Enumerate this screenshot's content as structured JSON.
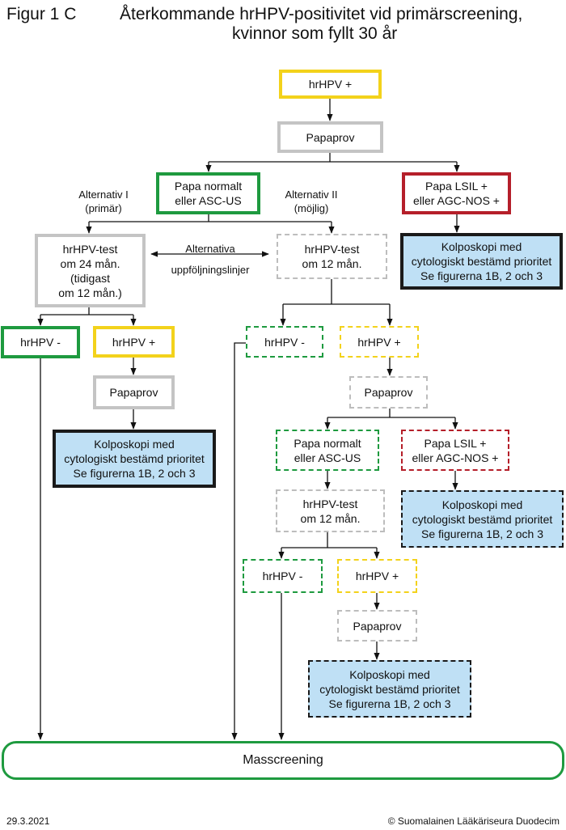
{
  "title": {
    "figure_label": "Figur 1 C",
    "line1": "Återkommande hrHPV-positivitet vid primärscreening,",
    "line2": "kvinnor som fyllt 30 år"
  },
  "nodes": {
    "hrhpv_pos_top": [
      "hrHPV +"
    ],
    "papaprov_top": [
      "Papaprov"
    ],
    "papa_normalt_main": [
      "Papa normalt",
      "eller ASC-US"
    ],
    "papa_lsil_main": [
      "Papa LSIL +",
      "eller AGC-NOS +"
    ],
    "kolposkopi_right": [
      "Kolposkopi med",
      "cytologiskt bestämd prioritet",
      "Se figurerna 1B, 2 och 3"
    ],
    "hrhpv_test_24": [
      "hrHPV-test",
      "om 24 mån.",
      "(tidigast",
      "om 12 mån.)"
    ],
    "hrhpv_test_12a": [
      "hrHPV-test",
      "om 12 mån."
    ],
    "left_hrhpv_neg": [
      "hrHPV -"
    ],
    "left_hrhpv_pos": [
      "hrHPV +"
    ],
    "left_papaprov": [
      "Papaprov"
    ],
    "left_kolposkopi": [
      "Kolposkopi med",
      "cytologiskt bestämd prioritet",
      "Se figurerna 1B, 2 och 3"
    ],
    "mid_hrhpv_neg": [
      "hrHPV -"
    ],
    "mid_hrhpv_pos": [
      "hrHPV +"
    ],
    "mid_papaprov": [
      "Papaprov"
    ],
    "mid_papa_normalt": [
      "Papa normalt",
      "eller ASC-US"
    ],
    "mid_papa_lsil": [
      "Papa LSIL +",
      "eller AGC-NOS +"
    ],
    "mid_kolposkopi": [
      "Kolposkopi med",
      "cytologiskt bestämd prioritet",
      "Se figurerna 1B, 2 och 3"
    ],
    "hrhpv_test_12b": [
      "hrHPV-test",
      "om 12 mån."
    ],
    "low_hrhpv_neg": [
      "hrHPV -"
    ],
    "low_hrhpv_pos": [
      "hrHPV +"
    ],
    "low_papaprov": [
      "Papaprov"
    ],
    "low_kolposkopi": [
      "Kolposkopi med",
      "cytologiskt bestämd prioritet",
      "Se figurerna 1B, 2 och 3"
    ]
  },
  "labels": {
    "alt1": [
      "Alternativ I",
      "(primär)"
    ],
    "alt2": [
      "Alternativ II",
      "(möjlig)"
    ],
    "alternativa": [
      "Alternativa",
      "uppföljningslinjer"
    ]
  },
  "masscreening": "Masscreening",
  "footer": {
    "date": "29.3.2021",
    "copyright": "© Suomalainen Lääkäriseura Duodecim"
  },
  "colors": {
    "yellow": "#f3d21b",
    "gray": "#c4c4c4",
    "green": "#1e9a3f",
    "red": "#b51f2a",
    "blue_fill": "#bfe0f5"
  }
}
